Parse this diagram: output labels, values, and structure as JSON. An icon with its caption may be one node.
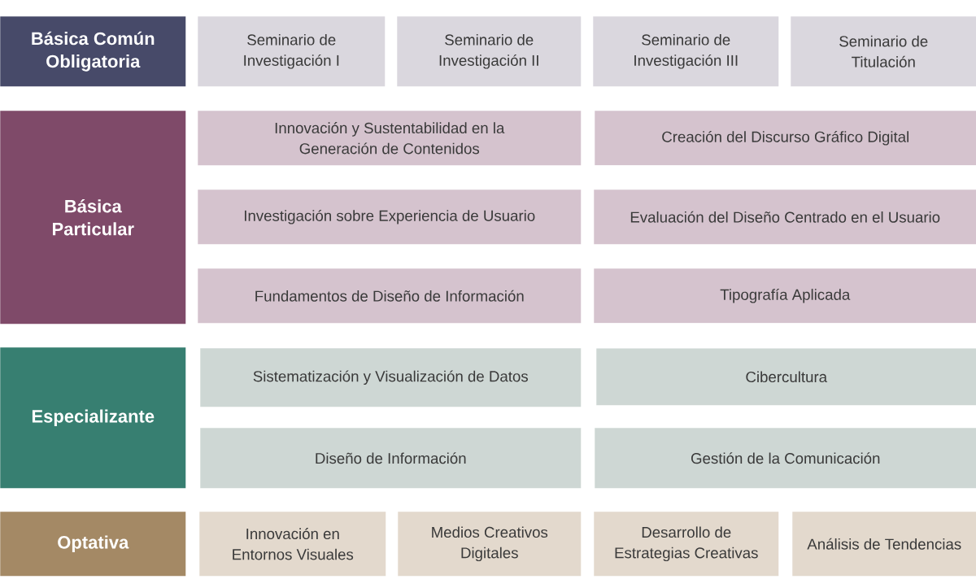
{
  "diagram": {
    "nodes": [
      {
        "text": [
          "Básica Común Obligatoria"
        ]
      },
      {
        "text": [
          "Seminario de Investigación I"
        ]
      },
      {
        "text": [
          "Seminario de Investigación II"
        ]
      },
      {
        "text": [
          "Seminario de Investigación III"
        ]
      },
      {
        "text": [
          "Seminario de Titulación"
        ]
      },
      {
        "text": [
          "Básica Particular"
        ]
      },
      {
        "text": [
          "Innovación y Sustentabilidad en la Generación de Contenidos"
        ]
      },
      {
        "text": [
          "Creación del Discurso Gráfico Digital"
        ]
      },
      {
        "text": [
          "Investigación sobre Experiencia de Usuario"
        ]
      },
      {
        "text": [
          "Evaluación del Diseño Centrado en el Usuario"
        ]
      },
      {
        "text": [
          "Fundamentos de Diseño de Información"
        ]
      },
      {
        "text": [
          "Tipografía Aplicada"
        ]
      },
      {
        "text": [
          "Especializante"
        ]
      },
      {
        "text": [
          "Sistematización y Visualización de Datos"
        ]
      },
      {
        "text": [
          "Cibercultura"
        ]
      },
      {
        "text": [
          "Diseño de Información"
        ]
      },
      {
        "text": [
          "Gestión de la Comunicación"
        ]
      },
      {
        "text": [
          "Optativa"
        ]
      },
      {
        "text": [
          "Innovación en Entornos Visuales"
        ]
      },
      {
        "text": [
          "Medios Creativos Digitales"
        ]
      },
      {
        "text": [
          "Desarrollo de Estrategias Creativas"
        ]
      },
      {
        "text": [
          "Análisis de Tendencias"
        ]
      }
    ]
  }
}
